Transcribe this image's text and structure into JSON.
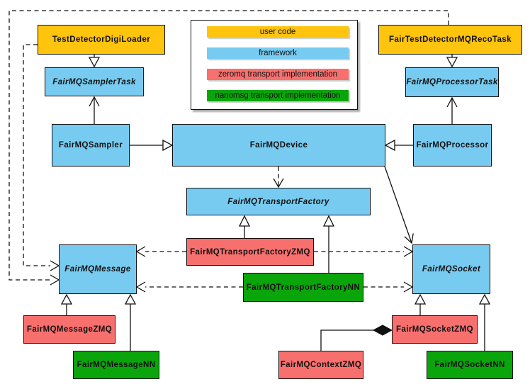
{
  "colors": {
    "user_code": "#FFC40D",
    "framework": "#77CBF0",
    "zeromq": "#F8706E",
    "nanomsg": "#0AA50A"
  },
  "legend": {
    "items": [
      {
        "label": "user code",
        "category": "user_code"
      },
      {
        "label": "framework",
        "category": "framework"
      },
      {
        "label": "zeromq transport implementation",
        "category": "zeromq"
      },
      {
        "label": "nanomsg transport implementation",
        "category": "nanomsg"
      }
    ]
  },
  "nodes": {
    "testdetectordigiloader": {
      "label": "TestDetectorDigiLoader",
      "category": "user_code",
      "abstract": false
    },
    "fairtestdetectormqrecotask": {
      "label": "FairTestDetectorMQRecoTask",
      "category": "user_code",
      "abstract": false
    },
    "fairmqsamplertask": {
      "label": "FairMQSamplerTask",
      "category": "framework",
      "abstract": true
    },
    "fairmqprocessortask": {
      "label": "FairMQProcessorTask",
      "category": "framework",
      "abstract": true
    },
    "fairmqsampler": {
      "label": "FairMQSampler",
      "category": "framework",
      "abstract": false
    },
    "fairmqdevice": {
      "label": "FairMQDevice",
      "category": "framework",
      "abstract": false
    },
    "fairmqprocessor": {
      "label": "FairMQProcessor",
      "category": "framework",
      "abstract": false
    },
    "fairmqtransportfactory": {
      "label": "FairMQTransportFactory",
      "category": "framework",
      "abstract": true
    },
    "fairmqtransportfactoryzmq": {
      "label": "FairMQTransportFactoryZMQ",
      "category": "zeromq",
      "abstract": false
    },
    "fairmqtransportfactorynn": {
      "label": "FairMQTransportFactoryNN",
      "category": "nanomsg",
      "abstract": false
    },
    "fairmqmessage": {
      "label": "FairMQMessage",
      "category": "framework",
      "abstract": true
    },
    "fairmqsocket": {
      "label": "FairMQSocket",
      "category": "framework",
      "abstract": true
    },
    "fairmqmessagezmq": {
      "label": "FairMQMessageZMQ",
      "category": "zeromq",
      "abstract": false
    },
    "fairmqmessagenn": {
      "label": "FairMQMessageNN",
      "category": "nanomsg",
      "abstract": false
    },
    "fairmqcontextzmq": {
      "label": "FairMQContextZMQ",
      "category": "zeromq",
      "abstract": false
    },
    "fairmqsocketzmq": {
      "label": "FairMQSocketZMQ",
      "category": "zeromq",
      "abstract": false
    },
    "fairmqsocketnn": {
      "label": "FairMQSocketNN",
      "category": "nanomsg",
      "abstract": false
    }
  },
  "edges": [
    {
      "from": "TestDetectorDigiLoader",
      "to": "FairMQSamplerTask",
      "type": "generalization"
    },
    {
      "from": "FairTestDetectorMQRecoTask",
      "to": "FairMQProcessorTask",
      "type": "generalization"
    },
    {
      "from": "FairMQSampler",
      "to": "FairMQSamplerTask",
      "type": "association"
    },
    {
      "from": "FairMQProcessor",
      "to": "FairMQProcessorTask",
      "type": "association"
    },
    {
      "from": "FairMQSampler",
      "to": "FairMQDevice",
      "type": "generalization"
    },
    {
      "from": "FairMQProcessor",
      "to": "FairMQDevice",
      "type": "generalization"
    },
    {
      "from": "FairMQDevice",
      "to": "FairMQTransportFactory",
      "type": "dependency"
    },
    {
      "from": "FairMQDevice",
      "to": "FairMQSocket",
      "type": "association"
    },
    {
      "from": "FairMQTransportFactoryZMQ",
      "to": "FairMQTransportFactory",
      "type": "generalization"
    },
    {
      "from": "FairMQTransportFactoryNN",
      "to": "FairMQTransportFactory",
      "type": "generalization"
    },
    {
      "from": "FairMQTransportFactoryZMQ",
      "to": "FairMQMessage",
      "type": "dependency"
    },
    {
      "from": "FairMQTransportFactoryZMQ",
      "to": "FairMQSocket",
      "type": "dependency"
    },
    {
      "from": "FairMQTransportFactoryNN",
      "to": "FairMQMessage",
      "type": "dependency"
    },
    {
      "from": "FairMQTransportFactoryNN",
      "to": "FairMQSocket",
      "type": "dependency"
    },
    {
      "from": "TestDetectorDigiLoader",
      "to": "FairMQMessage",
      "type": "dependency"
    },
    {
      "from": "FairTestDetectorMQRecoTask",
      "to": "FairMQMessage",
      "type": "dependency"
    },
    {
      "from": "FairMQMessageZMQ",
      "to": "FairMQMessage",
      "type": "generalization"
    },
    {
      "from": "FairMQMessageNN",
      "to": "FairMQMessage",
      "type": "generalization"
    },
    {
      "from": "FairMQSocketZMQ",
      "to": "FairMQSocket",
      "type": "generalization"
    },
    {
      "from": "FairMQSocketNN",
      "to": "FairMQSocket",
      "type": "generalization"
    },
    {
      "from": "FairMQContextZMQ",
      "to": "FairMQSocketZMQ",
      "type": "composition"
    }
  ]
}
